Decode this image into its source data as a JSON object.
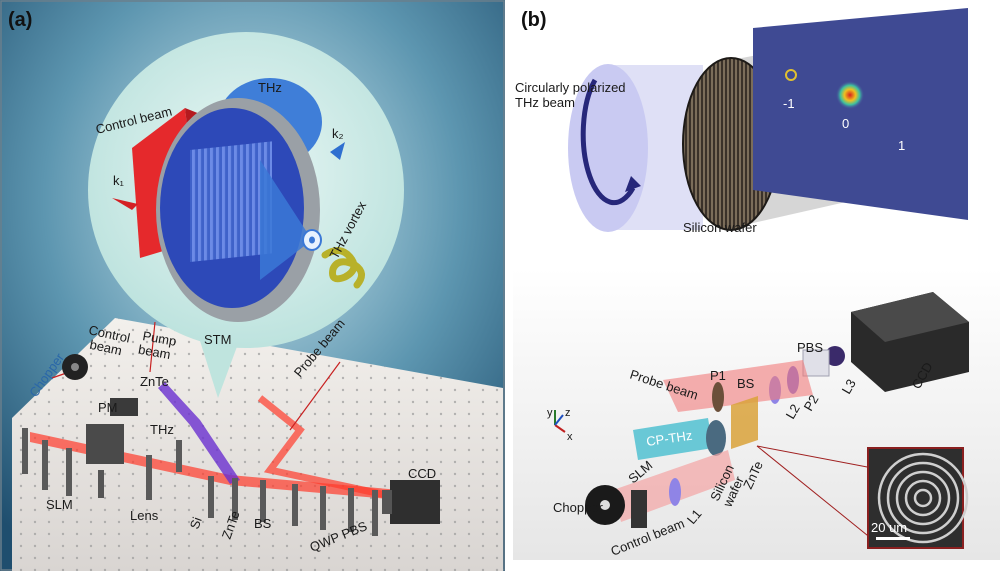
{
  "panel_a": {
    "tag": "(a)",
    "bubble": {
      "control_beam": "Control beam",
      "thz": "THz",
      "k1": "k₁",
      "k2": "k₂",
      "thz_vortex": "THz vortex"
    },
    "stm": "STM",
    "table": {
      "chopper": "Chopper",
      "control_beam": "Control\nbeam",
      "pump_beam": "Pump\nbeam",
      "probe_beam": "Probe beam",
      "znte_top": "ZnTe",
      "pm": "PM",
      "thz": "THz",
      "slm": "SLM",
      "lens": "Lens",
      "si": "Si",
      "znte": "ZnTe",
      "bs": "BS",
      "qwp_pbs": "QWP PBS",
      "ccd": "CCD"
    }
  },
  "panel_b": {
    "tag": "(b)",
    "top": {
      "circ_pol": "Circularly polarized\nTHz beam",
      "silicon_wafer": "Silicon wafer",
      "order_m1": "-1",
      "order_0": "0",
      "order_1": "1"
    },
    "bottom": {
      "pbs": "PBS",
      "ccd": "CCD",
      "p1": "P1",
      "bs": "BS",
      "probe_beam": "Probe beam",
      "l3": "L3",
      "p2": "P2",
      "l2": "L2",
      "cp_thz": "CP-THz",
      "znte": "ZnTe",
      "silicon_wafer": "Silicon\nwafer",
      "slm": "SLM",
      "l1": "L1",
      "chopper": "Chopper",
      "control_beam": "Control beam",
      "axis_x": "x",
      "axis_y": "y",
      "axis_z": "z",
      "scale_bar": "20 um"
    }
  }
}
